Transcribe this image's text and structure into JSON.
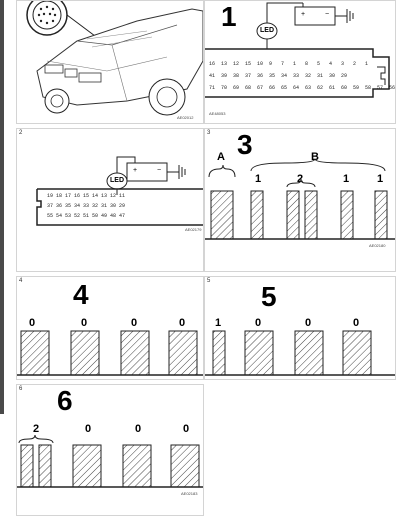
{
  "refs": {
    "p1_left": "AE02012",
    "p1_right": "AE48053",
    "p2": "AE02179",
    "p3": "AE02180",
    "p6": "AE02183"
  },
  "panel_numbers": {
    "p2": "2",
    "p3": "3",
    "p4": "4",
    "p5": "5",
    "p6": "6"
  },
  "big_numbers": {
    "p1": "1",
    "p3": "3",
    "p4": "4",
    "p5": "5",
    "p6": "6"
  },
  "led_label": "LED",
  "connector_pins": {
    "row1": "16  13  12  15  10  9   7   1   8   5   4   3   2   1",
    "row2": "41  39  38  37  36  35  34  33  32  31  30  29",
    "row3": "71  70  69  68  67  66  65  64  63  62  61  60  59  58  57  56"
  },
  "connector2_pins": {
    "row1": "19 18 17 16 15 14 13 12 11",
    "row2": "37 36 35 34 33 32 31 30 29",
    "row3": "55 54 53 52 51 50 49 48 47"
  },
  "panel3": {
    "group_a": "A",
    "group_b": "B",
    "labels": [
      "1",
      "2",
      "1",
      "1"
    ]
  },
  "panel4": {
    "labels": [
      "0",
      "0",
      "0",
      "0"
    ]
  },
  "panel5": {
    "labels": [
      "1",
      "0",
      "0",
      "0"
    ]
  },
  "panel6": {
    "labels": [
      "2",
      "0",
      "0",
      "0"
    ]
  }
}
